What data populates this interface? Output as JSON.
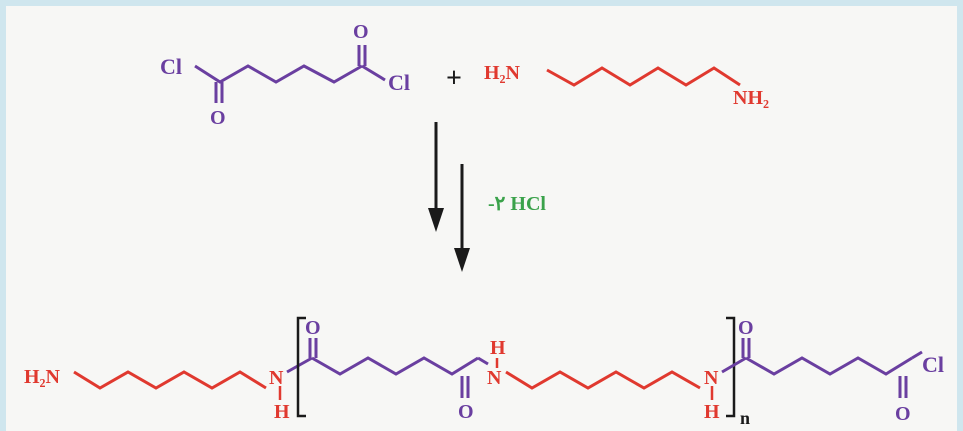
{
  "colors": {
    "acid": "#6a3fa0",
    "amine": "#e0392f",
    "reagent": "#3aa24a",
    "arrow": "#1a1a1a",
    "background": "#f7f7f5",
    "border": "#cfe6ee"
  },
  "reactants": {
    "acid_chloride": {
      "left_cl": "Cl",
      "bottom_o": "O",
      "top_o": "O",
      "right_cl": "Cl"
    },
    "plus": "+",
    "diamine": {
      "left_group": "H₂N",
      "right_group": "NH₂"
    }
  },
  "reaction": {
    "condition": "-۲ HCl"
  },
  "product": {
    "end_group": "H₂N",
    "n1": "N",
    "h1": "H",
    "o1": "O",
    "o2": "O",
    "n2": "N",
    "h2": "H",
    "n3": "N",
    "h3": "H",
    "subscript": "n",
    "o3": "O",
    "o4": "O",
    "end_cl": "Cl"
  }
}
